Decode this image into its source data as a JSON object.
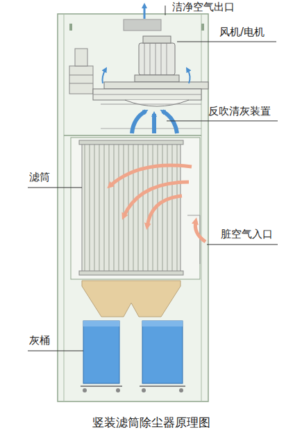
{
  "diagram": {
    "caption": "竖装滤筒除尘器原理图",
    "labels": [
      "洁净空气出口",
      "风机/电机",
      "反吹清灰装置",
      "滤筒",
      "脏空气入口",
      "灰桶"
    ]
  }
}
